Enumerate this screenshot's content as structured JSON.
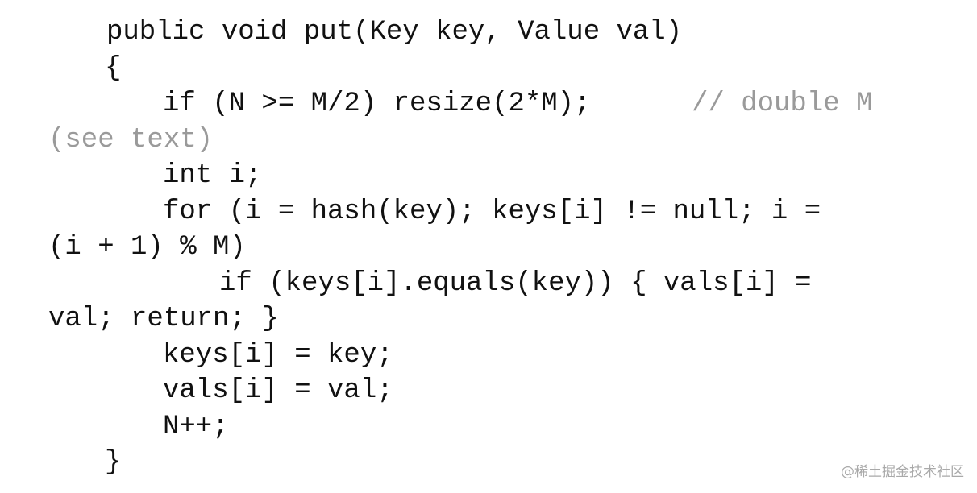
{
  "code": {
    "lines": [
      "public void put(Key key, Value val)",
      "{",
      "if (N >= M/2) resize(2*M);",
      "// double M",
      "(see text)",
      "int i;",
      "for (i = hash(key); keys[i] != null; i =",
      "(i + 1) % M)",
      "if (keys[i].equals(key)) { vals[i] =",
      "val; return; }",
      "keys[i] = key;",
      "vals[i] = val;",
      "N++;",
      "}"
    ]
  },
  "watermark": {
    "text": "@稀土掘金技术社区"
  },
  "colors": {
    "code_text": "#111111",
    "comment_text": "#9a9a9a",
    "watermark_text": "#a9a9a9",
    "background": "#ffffff"
  }
}
